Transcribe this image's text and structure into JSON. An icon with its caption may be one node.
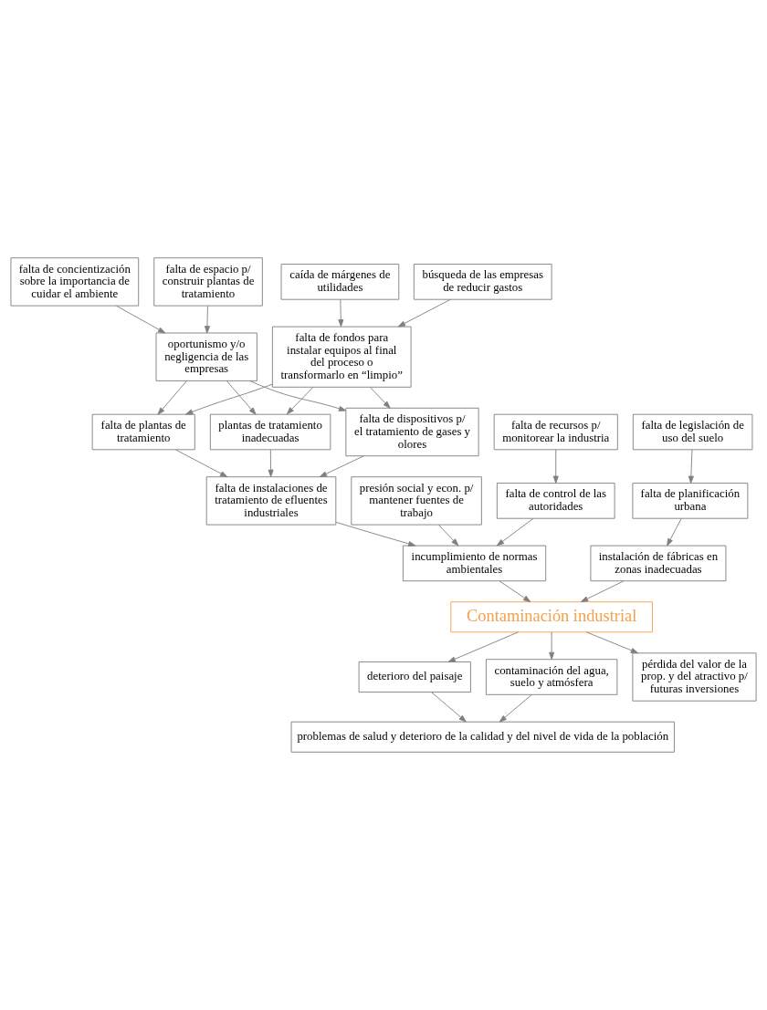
{
  "diagram": {
    "nodes": [
      {
        "text": [
          "falta de concientización sobre la importancia de cuidar el ambiente"
        ]
      },
      {
        "text": [
          "falta de espacio p/ construir plantas de tratamiento"
        ]
      },
      {
        "text": [
          "caída de márgenes de utilidades"
        ]
      },
      {
        "text": [
          "búsqueda de las empresas de reducir gastos"
        ]
      },
      {
        "text": [
          "oportunismo y/o negligencia de las empresas"
        ]
      },
      {
        "text": [
          "falta de fondos para instalar equipos al final del proceso o transformarlo en “limpio”"
        ]
      },
      {
        "text": [
          "plantas de tratamiento inadecuadas"
        ]
      },
      {
        "text": [
          "falta de dispositivos p/ el tratamiento de gases y olores"
        ]
      },
      {
        "text": [
          "falta de plantas de tratamiento"
        ]
      },
      {
        "text": [
          "falta de recursos p/ monitorear la industria"
        ]
      },
      {
        "text": [
          "falta de instalaciones de tratamiento de efluentes industriales"
        ]
      },
      {
        "text": [
          "falta de legislación de uso del suelo"
        ]
      },
      {
        "text": [
          "presión social y econ. p/ mantener fuentes de trabajo"
        ]
      },
      {
        "text": [
          "falta de control de las autoridades"
        ]
      },
      {
        "text": [
          "falta de planificación urbana"
        ]
      },
      {
        "text": [
          "incumplimiento de normas ambientales"
        ]
      },
      {
        "text": [
          "instalación de fábricas en zonas inadecuadas"
        ]
      },
      {
        "text": [
          "Contaminación industrial"
        ]
      },
      {
        "text": [
          "contaminación del agua, suelo y atmósfera"
        ]
      },
      {
        "text": [
          "deterioro del paisaje"
        ]
      },
      {
        "text": [
          "pérdida del valor de la prop. y del atractivo p/ futuras inversiones"
        ]
      },
      {
        "text": [
          "problemas de salud y deterioro de la calidad y del nivel de vida de la población"
        ]
      }
    ],
    "edges": [
      {
        "from": 0,
        "to": 4,
        "arrow": "to"
      },
      {
        "from": 1,
        "to": 4,
        "arrow": "to"
      },
      {
        "from": 2,
        "to": 5,
        "arrow": "to"
      },
      {
        "from": 3,
        "to": 5,
        "arrow": "to"
      },
      {
        "from": 4,
        "to": 6,
        "arrow": "to"
      },
      {
        "from": 4,
        "to": 7,
        "arrow": "to"
      },
      {
        "from": 4,
        "to": 8,
        "arrow": "to"
      },
      {
        "from": 5,
        "to": 6,
        "arrow": "to"
      },
      {
        "from": 5,
        "to": 7,
        "arrow": "to"
      },
      {
        "from": 5,
        "to": 8,
        "arrow": "to"
      },
      {
        "from": 6,
        "to": 10,
        "arrow": "to"
      },
      {
        "from": 7,
        "to": 10,
        "arrow": "to"
      },
      {
        "from": 8,
        "to": 10,
        "arrow": "to"
      },
      {
        "from": 9,
        "to": 13,
        "arrow": "to"
      },
      {
        "from": 11,
        "to": 14,
        "arrow": "to"
      },
      {
        "from": 12,
        "to": 15,
        "arrow": "to"
      },
      {
        "from": 13,
        "to": 15,
        "arrow": "to"
      },
      {
        "from": 10,
        "to": 15,
        "arrow": "to"
      },
      {
        "from": 14,
        "to": 16,
        "arrow": "to"
      },
      {
        "from": 16,
        "to": 17,
        "arrow": "to"
      },
      {
        "from": 15,
        "to": 17,
        "arrow": "to"
      },
      {
        "from": 17,
        "to": 18,
        "arrow": "to"
      },
      {
        "from": 17,
        "to": 19,
        "arrow": "to"
      },
      {
        "from": 17,
        "to": 20,
        "arrow": "to"
      },
      {
        "from": 18,
        "to": 21,
        "arrow": "to"
      },
      {
        "from": 19,
        "to": 21,
        "arrow": "to"
      }
    ]
  }
}
